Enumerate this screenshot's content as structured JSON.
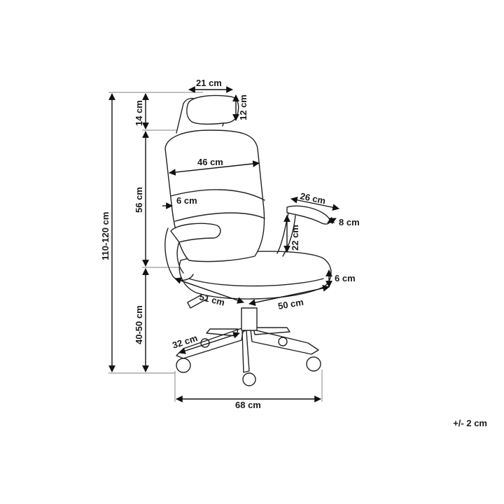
{
  "dimensions": {
    "headrest_width": "21 cm",
    "headrest_height": "12 cm",
    "headrest_top": "14 cm",
    "backrest_width": "46 cm",
    "backrest_height": "56 cm",
    "backrest_thickness": "6 cm",
    "total_height": "110-120 cm",
    "armrest_length": "26 cm",
    "armrest_width": "8 cm",
    "armrest_height": "22 cm",
    "seat_thickness": "6 cm",
    "seat_depth": "51 cm",
    "seat_width": "50 cm",
    "seat_height": "40-50 cm",
    "base_leg": "32 cm",
    "base_width": "68 cm"
  },
  "tolerance": "+/- 2 cm",
  "colors": {
    "line": "#222222",
    "background": "#ffffff"
  }
}
